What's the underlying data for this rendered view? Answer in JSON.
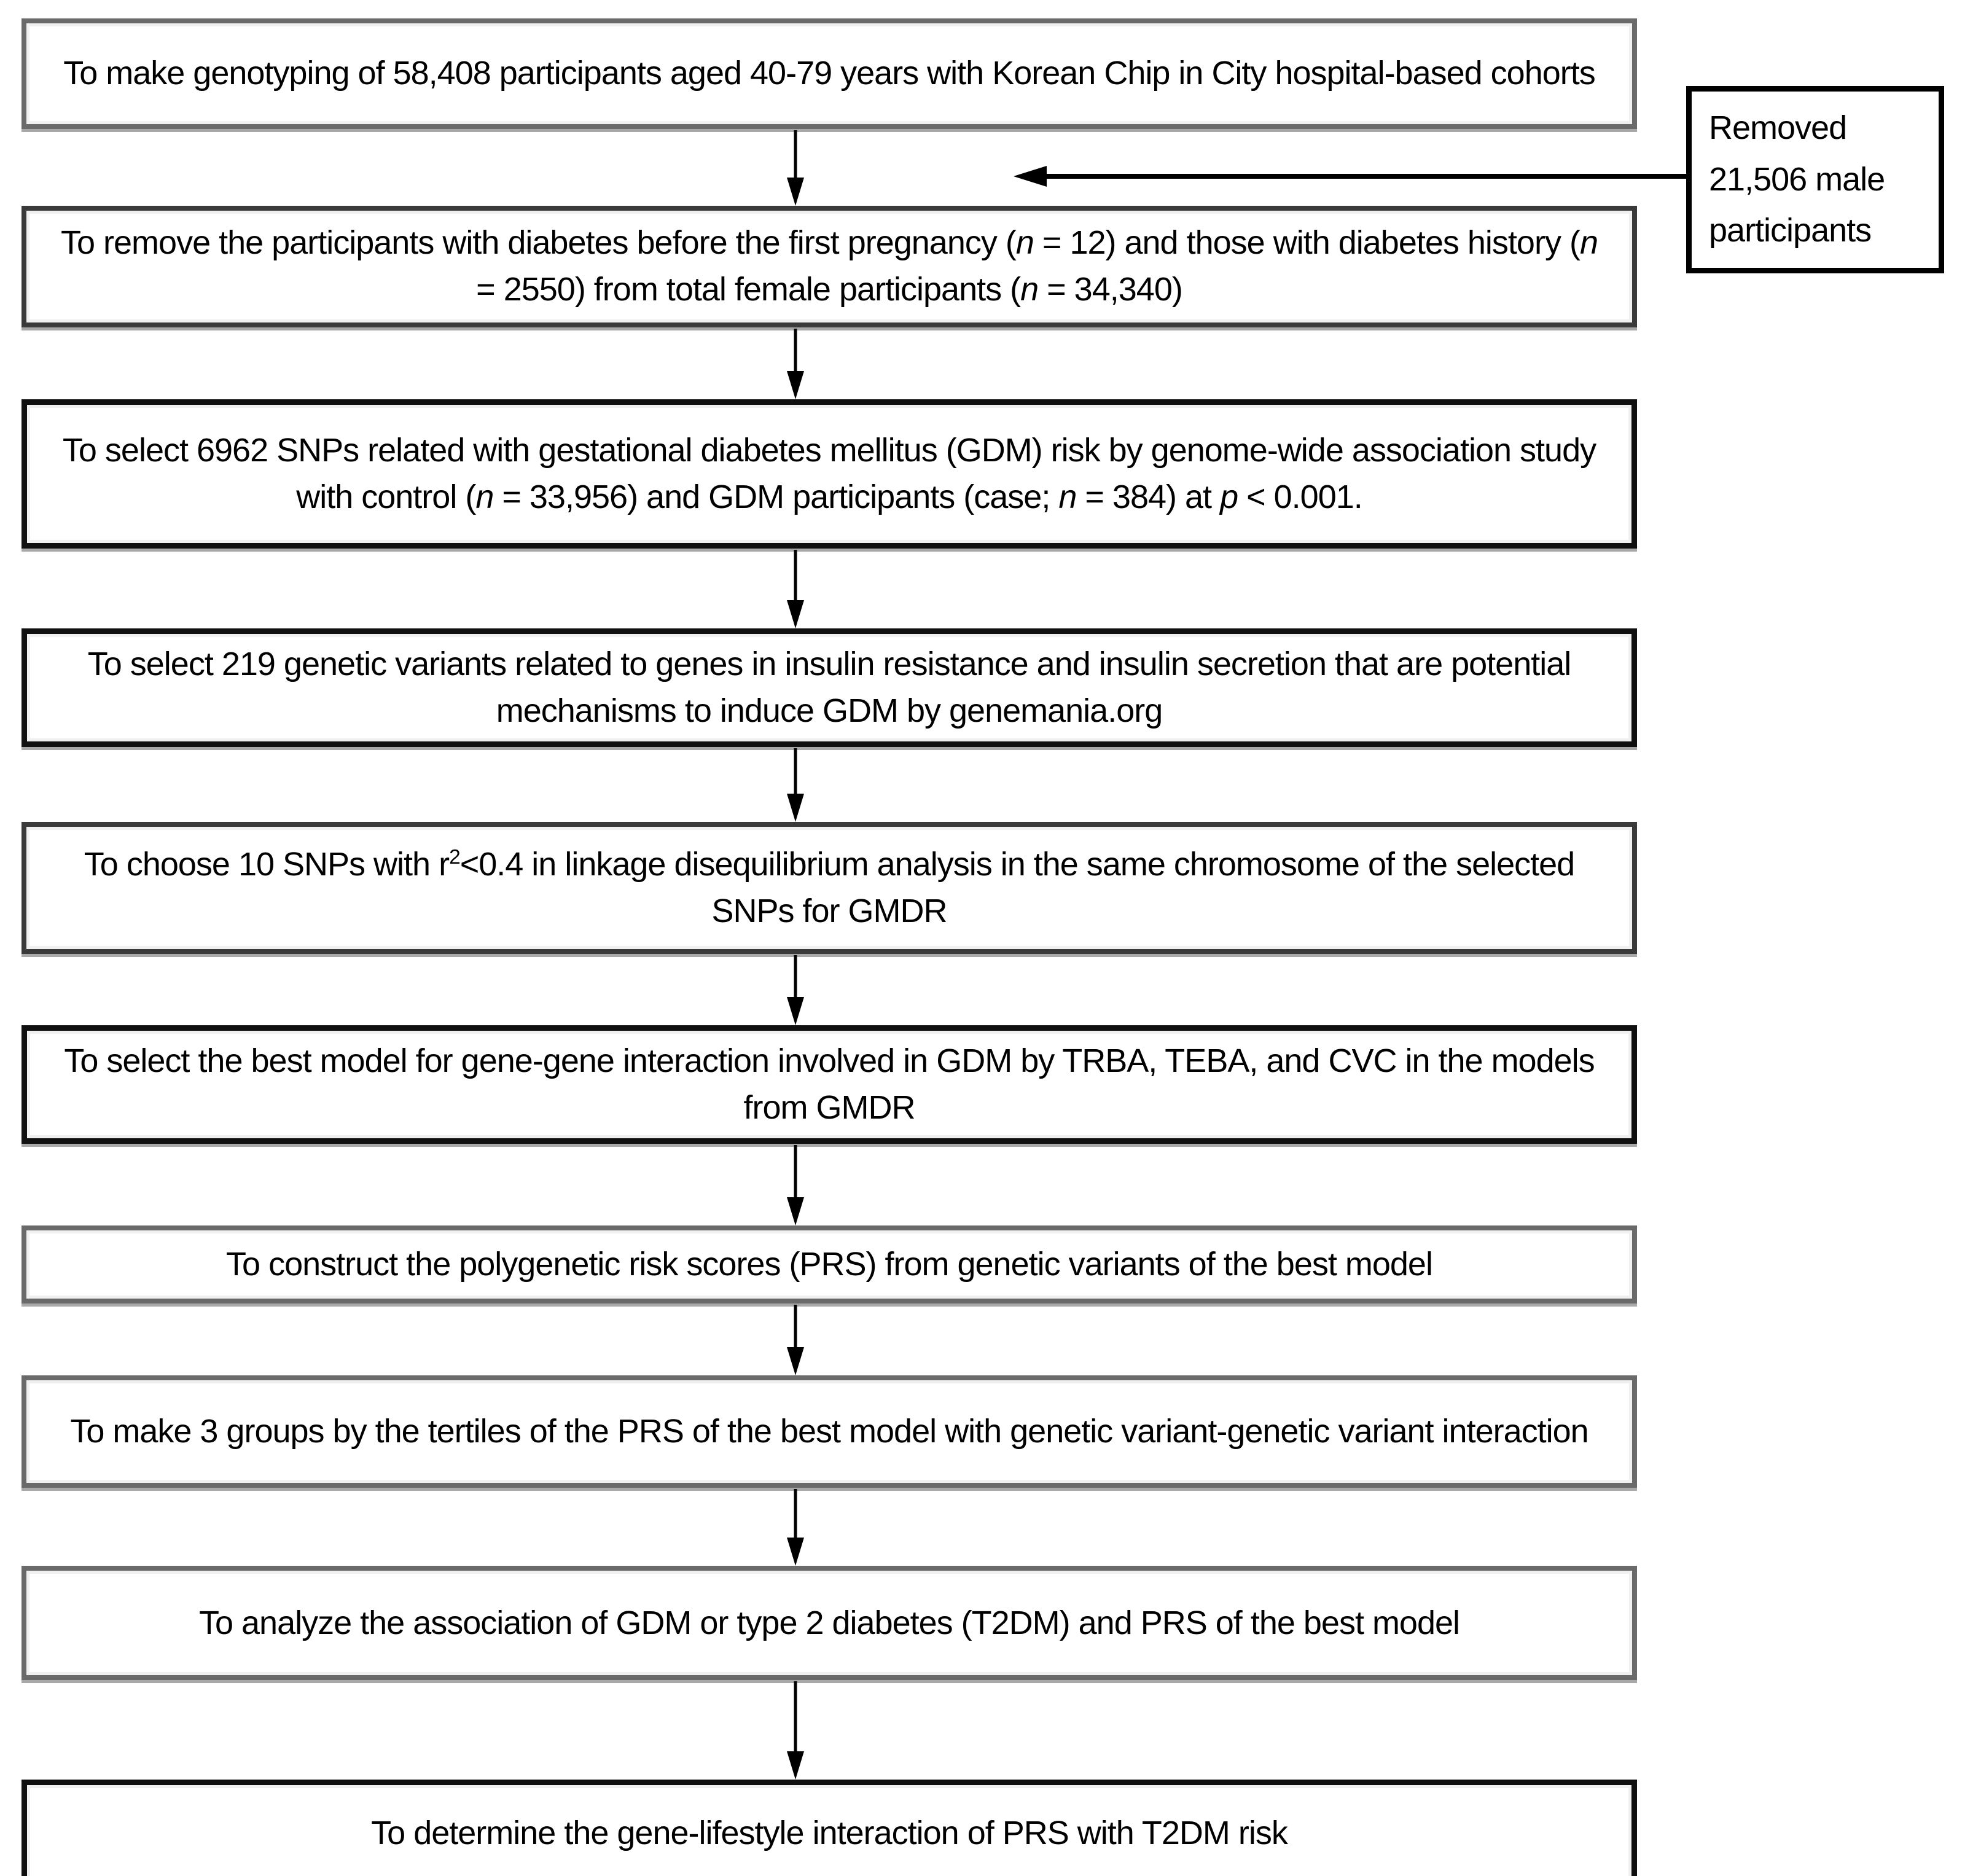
{
  "colors": {
    "background": "#ffffff",
    "text": "#000000",
    "arrow": "#000000",
    "box_border_black": "#101010",
    "box_border_gray": "#6a6a6a"
  },
  "flow_steps": [
    {
      "segments": [
        {
          "text": "To make genotyping of 58,408 participants aged 40-79 years with Korean Chip in City hospital-based cohorts"
        }
      ]
    },
    {
      "segments": [
        {
          "text": "To remove the participants with diabetes before the first pregnancy ("
        },
        {
          "text": "n",
          "italic": true
        },
        {
          "text": " = 12) and those with diabetes history ("
        },
        {
          "text": "n",
          "italic": true
        },
        {
          "text": " = 2550) from total female participants ("
        },
        {
          "text": "n",
          "italic": true
        },
        {
          "text": " = 34,340)"
        }
      ]
    },
    {
      "segments": [
        {
          "text": "To select 6962 SNPs related with gestational diabetes mellitus (GDM) risk by genome-wide association study with control ("
        },
        {
          "text": "n",
          "italic": true
        },
        {
          "text": " = 33,956) and GDM participants (case; "
        },
        {
          "text": "n",
          "italic": true
        },
        {
          "text": " = 384) at "
        },
        {
          "text": "p",
          "italic": true
        },
        {
          "text": " < 0.001."
        }
      ]
    },
    {
      "segments": [
        {
          "text": "To select 219 genetic variants related to genes in insulin resistance and insulin secretion that are potential mechanisms to induce GDM by genemania.org"
        }
      ]
    },
    {
      "segments": [
        {
          "text": "To choose 10 SNPs with r"
        },
        {
          "text": "2",
          "sup": true
        },
        {
          "text": "<0.4 in linkage disequilibrium analysis in the same chromosome of the selected SNPs for GMDR"
        }
      ]
    },
    {
      "segments": [
        {
          "text": "To select the best model for gene-gene interaction involved in GDM by TRBA, TEBA, and CVC in the models from GMDR"
        }
      ]
    },
    {
      "segments": [
        {
          "text": "To construct the polygenetic risk scores (PRS) from genetic variants of the best model"
        }
      ]
    },
    {
      "segments": [
        {
          "text": "To make 3 groups by the tertiles of the PRS of the best model with genetic variant-genetic variant interaction"
        }
      ]
    },
    {
      "segments": [
        {
          "text": "To analyze the association of GDM or type 2 diabetes (T2DM) and PRS of the best model"
        }
      ]
    },
    {
      "segments": [
        {
          "text": "To determine the gene-lifestyle interaction of PRS with T2DM risk"
        }
      ]
    }
  ],
  "side_box": {
    "lines": [
      "Removed",
      "21,506 male",
      "participants"
    ]
  },
  "connectors": {
    "down_arrow_count": 9,
    "side_arrow_direction": "left"
  }
}
